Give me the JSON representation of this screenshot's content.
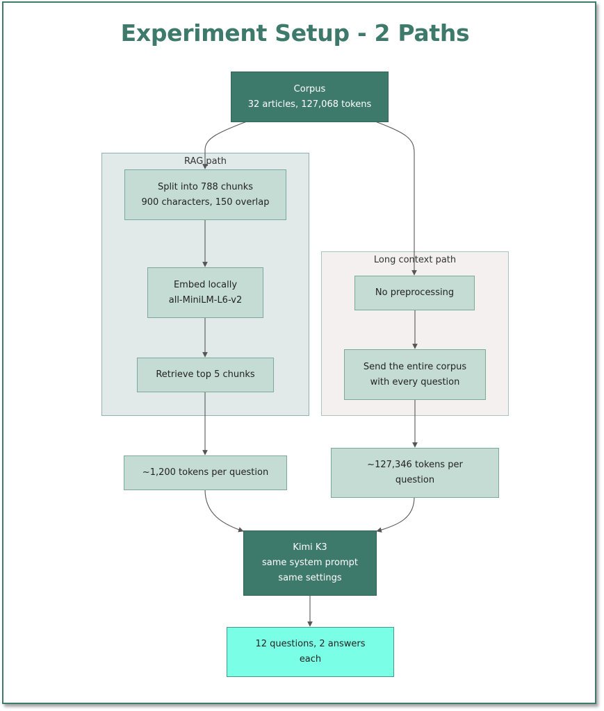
{
  "title": "Experiment Setup - 2 Paths",
  "groups": {
    "rag": {
      "label": "RAG path",
      "fill": "#e1eae8"
    },
    "long": {
      "label": "Long context path",
      "fill": "#f4f0f0"
    }
  },
  "nodes": {
    "corpus": {
      "line1": "Corpus",
      "line2": "32 articles, 127,068 tokens"
    },
    "split": {
      "line1": "Split into 788 chunks",
      "line2": "900 characters, 150 overlap"
    },
    "embed": {
      "line1": "Embed locally",
      "line2": "all-MiniLM-L6-v2"
    },
    "retrieve": {
      "line1": "Retrieve top 5 chunks"
    },
    "noprep": {
      "line1": "No preprocessing"
    },
    "send": {
      "line1": "Send the entire corpus",
      "line2": "with every question"
    },
    "rag_tokens": {
      "line1": "~1,200 tokens per question"
    },
    "long_tokens": {
      "line1": "~127,346 tokens per",
      "line2": "question"
    },
    "model": {
      "line1": "Kimi K3",
      "line2": "same system prompt",
      "line3": "same settings"
    },
    "result": {
      "line1": "12 questions, 2 answers",
      "line2": "each"
    }
  },
  "colors": {
    "dark_node": "#3e7a6b",
    "light_node": "#c5dcd5",
    "result_node": "#7affe6",
    "title": "#3e7a6b",
    "edge": "#555555"
  }
}
